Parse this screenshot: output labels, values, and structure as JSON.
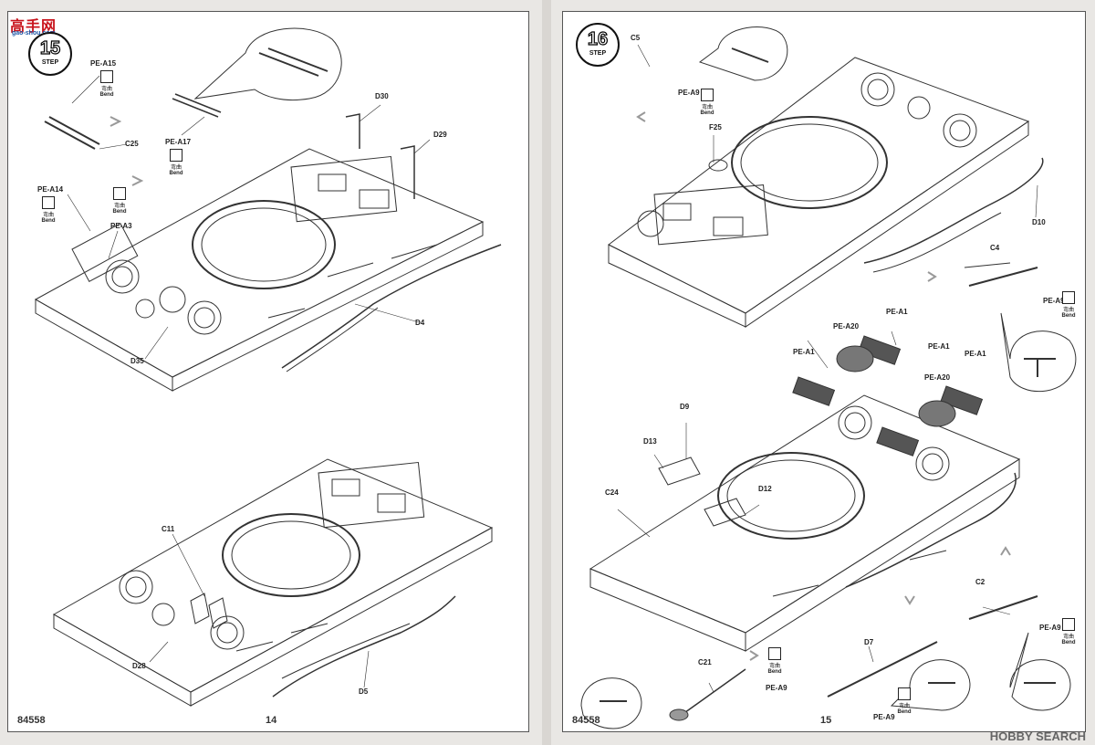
{
  "site_logo": {
    "cn_text": "高手网",
    "url_text": "gao-shou.com"
  },
  "watermark": "HOBBY SEARCH",
  "bend": {
    "zh": "弯曲",
    "en": "Bend"
  },
  "left_page": {
    "step": {
      "number": "15",
      "word": "STEP"
    },
    "catalog_number": "84558",
    "page_number": "14",
    "labels": [
      "PE-A15",
      "C25",
      "PE-A17",
      "D30",
      "D29",
      "PE-A14",
      "PE-A3",
      "D4",
      "D35",
      "C11",
      "D28",
      "D5"
    ]
  },
  "right_page": {
    "step": {
      "number": "16",
      "word": "STEP"
    },
    "catalog_number": "84558",
    "page_number": "15",
    "labels": [
      "C5",
      "PE-A9",
      "F25",
      "D10",
      "C4",
      "PE-A9",
      "PE-A20",
      "PE-A1",
      "PE-A1",
      "PE-A1",
      "PE-A1",
      "PE-A20",
      "D9",
      "D13",
      "D12",
      "C24",
      "C2",
      "PE-A9",
      "D7",
      "C21",
      "PE-A9",
      "PE-A9"
    ]
  }
}
